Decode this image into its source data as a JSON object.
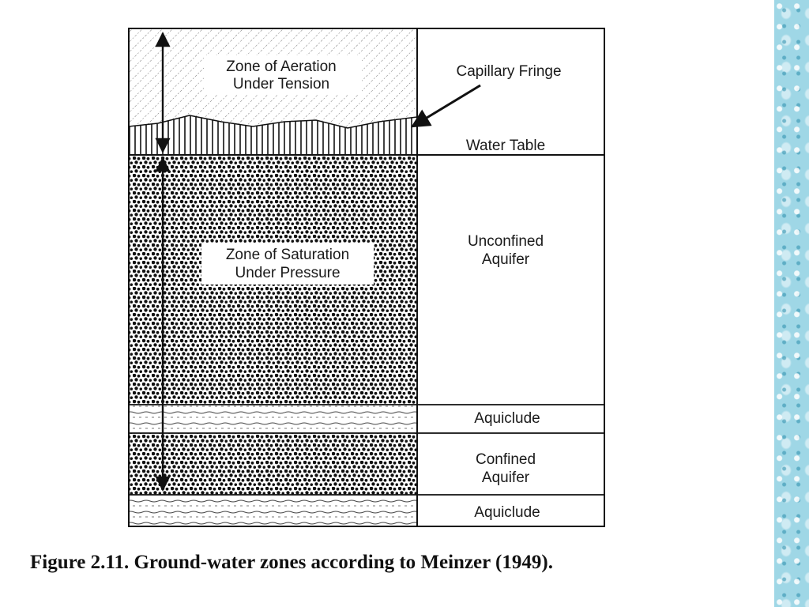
{
  "diagram": {
    "zone_aeration": [
      "Zone of Aeration",
      "Under Tension"
    ],
    "zone_saturation": [
      "Zone of Saturation",
      "Under Pressure"
    ],
    "capillary_fringe": "Capillary Fringe",
    "water_table": "Water Table",
    "unconfined_aquifer": [
      "Unconfined",
      "Aquifer"
    ],
    "aquiclude_upper": "Aquiclude",
    "confined_aquifer": [
      "Confined",
      "Aquifer"
    ],
    "aquiclude_lower": "Aquiclude"
  },
  "caption": "Figure 2.11.  Ground-water zones according to Meinzer (1949)."
}
